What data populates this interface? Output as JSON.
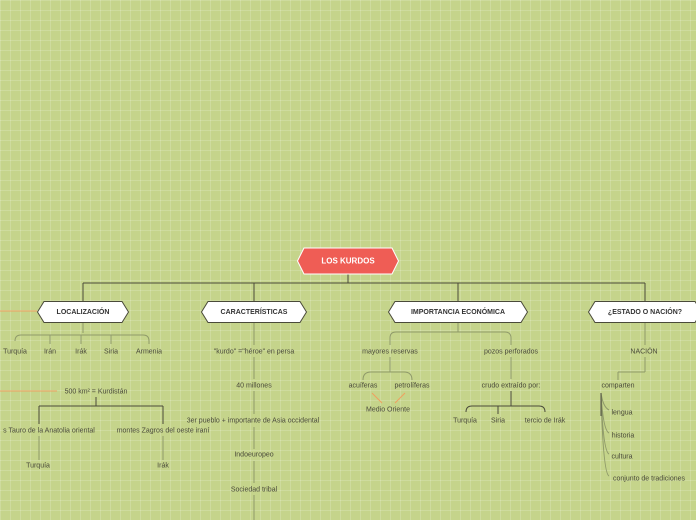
{
  "colors": {
    "background": "#c5d48b",
    "root_fill": "#ef5d55",
    "branch_fill": "#ffffff",
    "line_dark": "#4a4a3a",
    "line_light": "#8f9a6a",
    "line_orange": "#f0a060"
  },
  "root": {
    "label": "LOS KURDOS"
  },
  "branches": {
    "localizacion": {
      "label": "LOCALIZACIÓN",
      "countries": [
        "Turquía",
        "Irán",
        "Irák",
        "Siria",
        "Armenia"
      ],
      "area": "500 km² = Kurdistán",
      "mountains_tauro": "s Tauro de la Anatolia oriental",
      "mountains_zagros": "montes Zagros del oeste iraní",
      "turquia": "Turquía",
      "irak": "Irák"
    },
    "caracteristicas": {
      "label": "CARACTERÍSTICAS",
      "items": [
        "\"kurdo\" =\"héroe\" en persa",
        "40 millones",
        "3er pueblo + importante de Asia occidental",
        "Indoeuropeo",
        "Sociedad tribal"
      ]
    },
    "importancia": {
      "label": "IMPORTANCIA ECONÓMICA",
      "reservas": "mayores reservas",
      "acuiferas": "acuíferas",
      "petroliferas": "petrolíferas",
      "medio_oriente": "Medio Oriente",
      "pozos": "pozos perforados",
      "crudo": "crudo extraído por:",
      "crudo_items": [
        "Turquía",
        "Siria",
        "tercio de Irák"
      ]
    },
    "estado": {
      "label": "¿ESTADO O NACIÓN?",
      "nacion": "NACIÓN",
      "comparten": "comparten",
      "items": [
        "lengua",
        "historia",
        "cultura",
        "conjunto de tradiciones"
      ]
    }
  }
}
